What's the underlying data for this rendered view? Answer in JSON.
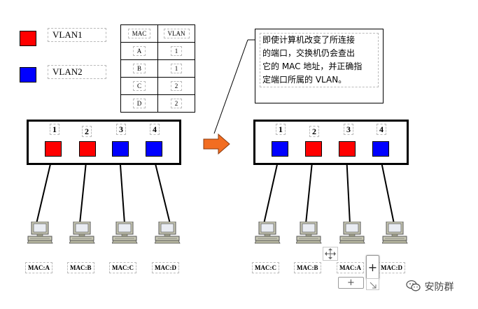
{
  "legend": [
    {
      "label": "VLAN1",
      "color": "#ff0000"
    },
    {
      "label": "VLAN2",
      "color": "#0000ff"
    }
  ],
  "mac_table": {
    "headers": [
      "MAC",
      "VLAN"
    ],
    "rows": [
      [
        "A",
        "1"
      ],
      [
        "B",
        "1"
      ],
      [
        "C",
        "2"
      ],
      [
        "D",
        "2"
      ]
    ]
  },
  "note": {
    "lines": [
      "即使计算机改变了所连接",
      "的端口，交换机仍会查出",
      "它的 MAC 地址，并正确指",
      "定端口所属的 VLAN。"
    ]
  },
  "colors": {
    "vlan1": "#ff0000",
    "vlan2": "#0000ff",
    "arrow": "#f26d21"
  },
  "left_switch": {
    "ports": [
      {
        "num": "1",
        "vlan": "vlan1"
      },
      {
        "num": "2",
        "vlan": "vlan1"
      },
      {
        "num": "3",
        "vlan": "vlan2"
      },
      {
        "num": "4",
        "vlan": "vlan2"
      }
    ],
    "hosts": [
      "MAC:A",
      "MAC:B",
      "MAC:C",
      "MAC:D"
    ]
  },
  "right_switch": {
    "ports": [
      {
        "num": "1",
        "vlan": "vlan2"
      },
      {
        "num": "2",
        "vlan": "vlan1"
      },
      {
        "num": "3",
        "vlan": "vlan1"
      },
      {
        "num": "4",
        "vlan": "vlan2"
      }
    ],
    "hosts": [
      "MAC:C",
      "MAC:B",
      "MAC:A",
      "MAC:D"
    ]
  },
  "editor_handles": {
    "plus": "+",
    "move_icon": "move-arrows-icon",
    "resize_icon": "resize-corner-icon"
  },
  "watermark": {
    "text": "安防群",
    "icon": "wechat-icon"
  }
}
